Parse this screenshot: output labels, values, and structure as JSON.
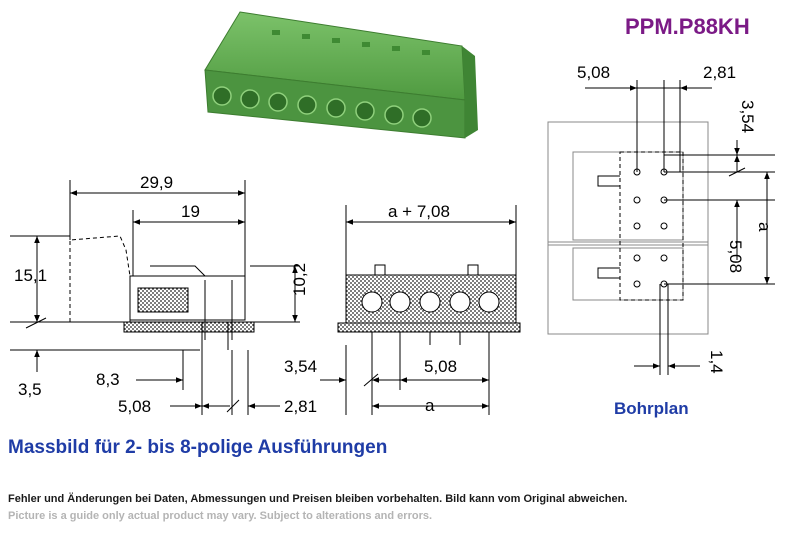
{
  "header": {
    "part_code": "PPM.P88KH"
  },
  "side_view": {
    "overall_length": "29,9",
    "body_length": "19",
    "height": "15,1",
    "height_right": "10,2",
    "pin_length": "3,5",
    "pin_offset": "8,3",
    "pitch": "5,08",
    "pin_inset": "2,81"
  },
  "front_view": {
    "width": "a + 7,08",
    "edge_offset": "3,54",
    "pitch": "5,08",
    "span": "a"
  },
  "drill_plan": {
    "title": "Bohrplan",
    "pitch_h": "5,08",
    "offset_h": "2,81",
    "offset_v": "3,54",
    "span_v": "a",
    "pitch_v": "5,08",
    "hole_dia": "1,4"
  },
  "caption": "Massbild für 2- bis 8-polige Ausführungen",
  "disclaimer_de": "Fehler und Änderungen bei Daten, Abmessungen und Preisen bleiben vorbehalten. Bild kann vom Original abweichen.",
  "disclaimer_en": "Picture is a guide only actual product may vary. Subject to alterations and errors.",
  "colors": {
    "title": "#7b1a86",
    "caption": "#1f3ca6",
    "product": "#5aa54a"
  }
}
